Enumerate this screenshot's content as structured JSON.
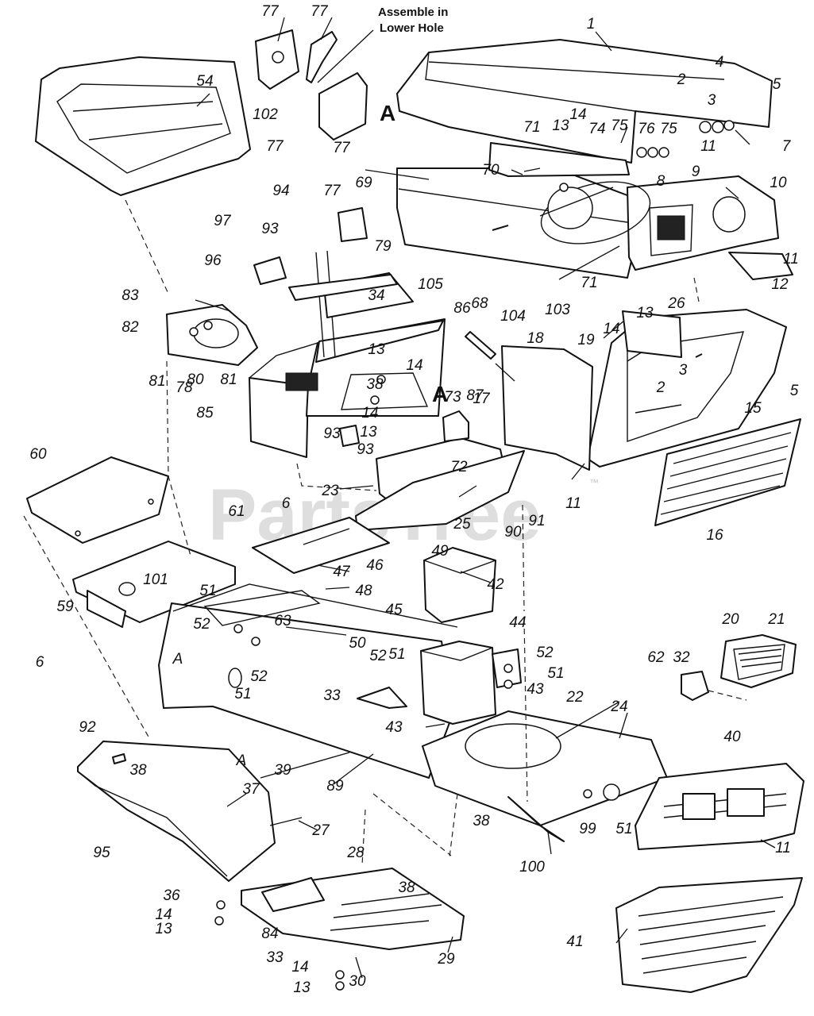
{
  "watermark": {
    "text": "PartsTree",
    "trademark": "™"
  },
  "note": {
    "line1": "Assemble in",
    "line2": "Lower Hole"
  },
  "reference_marks": [
    "A",
    "A",
    "A",
    "A"
  ],
  "callouts": [
    {
      "label": "1"
    },
    {
      "label": "77"
    },
    {
      "label": "77"
    },
    {
      "label": "77"
    },
    {
      "label": "77"
    },
    {
      "label": "102"
    },
    {
      "label": "54"
    },
    {
      "label": "5"
    },
    {
      "label": "4"
    },
    {
      "label": "2"
    },
    {
      "label": "3"
    },
    {
      "label": "7"
    },
    {
      "label": "11"
    },
    {
      "label": "9"
    },
    {
      "label": "13"
    },
    {
      "label": "14"
    },
    {
      "label": "71"
    },
    {
      "label": "74"
    },
    {
      "label": "75"
    },
    {
      "label": "76"
    },
    {
      "label": "75"
    },
    {
      "label": "70"
    },
    {
      "label": "69"
    },
    {
      "label": "8"
    },
    {
      "label": "10"
    },
    {
      "label": "94"
    },
    {
      "label": "77"
    },
    {
      "label": "97"
    },
    {
      "label": "93"
    },
    {
      "label": "79"
    },
    {
      "label": "96"
    },
    {
      "label": "68"
    },
    {
      "label": "71"
    },
    {
      "label": "11"
    },
    {
      "label": "83"
    },
    {
      "label": "105"
    },
    {
      "label": "34"
    },
    {
      "label": "86"
    },
    {
      "label": "103"
    },
    {
      "label": "104"
    },
    {
      "label": "18"
    },
    {
      "label": "26"
    },
    {
      "label": "13"
    },
    {
      "label": "12"
    },
    {
      "label": "82"
    },
    {
      "label": "14"
    },
    {
      "label": "19"
    },
    {
      "label": "2"
    },
    {
      "label": "3"
    },
    {
      "label": "81"
    },
    {
      "label": "78"
    },
    {
      "label": "80"
    },
    {
      "label": "81"
    },
    {
      "label": "13"
    },
    {
      "label": "38"
    },
    {
      "label": "14"
    },
    {
      "label": "87"
    },
    {
      "label": "14"
    },
    {
      "label": "13"
    },
    {
      "label": "73"
    },
    {
      "label": "17"
    },
    {
      "label": "85"
    },
    {
      "label": "93"
    },
    {
      "label": "93"
    },
    {
      "label": "5"
    },
    {
      "label": "15"
    },
    {
      "label": "60"
    },
    {
      "label": "72"
    },
    {
      "label": "23"
    },
    {
      "label": "11"
    },
    {
      "label": "25"
    },
    {
      "label": "6"
    },
    {
      "label": "61"
    },
    {
      "label": "90"
    },
    {
      "label": "91"
    },
    {
      "label": "16"
    },
    {
      "label": "47"
    },
    {
      "label": "46"
    },
    {
      "label": "101"
    },
    {
      "label": "48"
    },
    {
      "label": "49"
    },
    {
      "label": "59"
    },
    {
      "label": "45"
    },
    {
      "label": "42"
    },
    {
      "label": "51"
    },
    {
      "label": "52"
    },
    {
      "label": "63"
    },
    {
      "label": "50"
    },
    {
      "label": "52"
    },
    {
      "label": "51"
    },
    {
      "label": "44"
    },
    {
      "label": "6"
    },
    {
      "label": "A"
    },
    {
      "label": "52"
    },
    {
      "label": "51"
    },
    {
      "label": "52"
    },
    {
      "label": "51"
    },
    {
      "label": "33"
    },
    {
      "label": "43"
    },
    {
      "label": "32"
    },
    {
      "label": "20"
    },
    {
      "label": "21"
    },
    {
      "label": "62"
    },
    {
      "label": "43"
    },
    {
      "label": "22"
    },
    {
      "label": "24"
    },
    {
      "label": "92"
    },
    {
      "label": "40"
    },
    {
      "label": "38"
    },
    {
      "label": "A"
    },
    {
      "label": "39"
    },
    {
      "label": "89"
    },
    {
      "label": "37"
    },
    {
      "label": "27"
    },
    {
      "label": "38"
    },
    {
      "label": "99"
    },
    {
      "label": "51"
    },
    {
      "label": "95"
    },
    {
      "label": "100"
    },
    {
      "label": "11"
    },
    {
      "label": "28"
    },
    {
      "label": "36"
    },
    {
      "label": "38"
    },
    {
      "label": "14"
    },
    {
      "label": "84"
    },
    {
      "label": "13"
    },
    {
      "label": "41"
    },
    {
      "label": "33"
    },
    {
      "label": "29"
    },
    {
      "label": "14"
    },
    {
      "label": "30"
    },
    {
      "label": "13"
    }
  ]
}
